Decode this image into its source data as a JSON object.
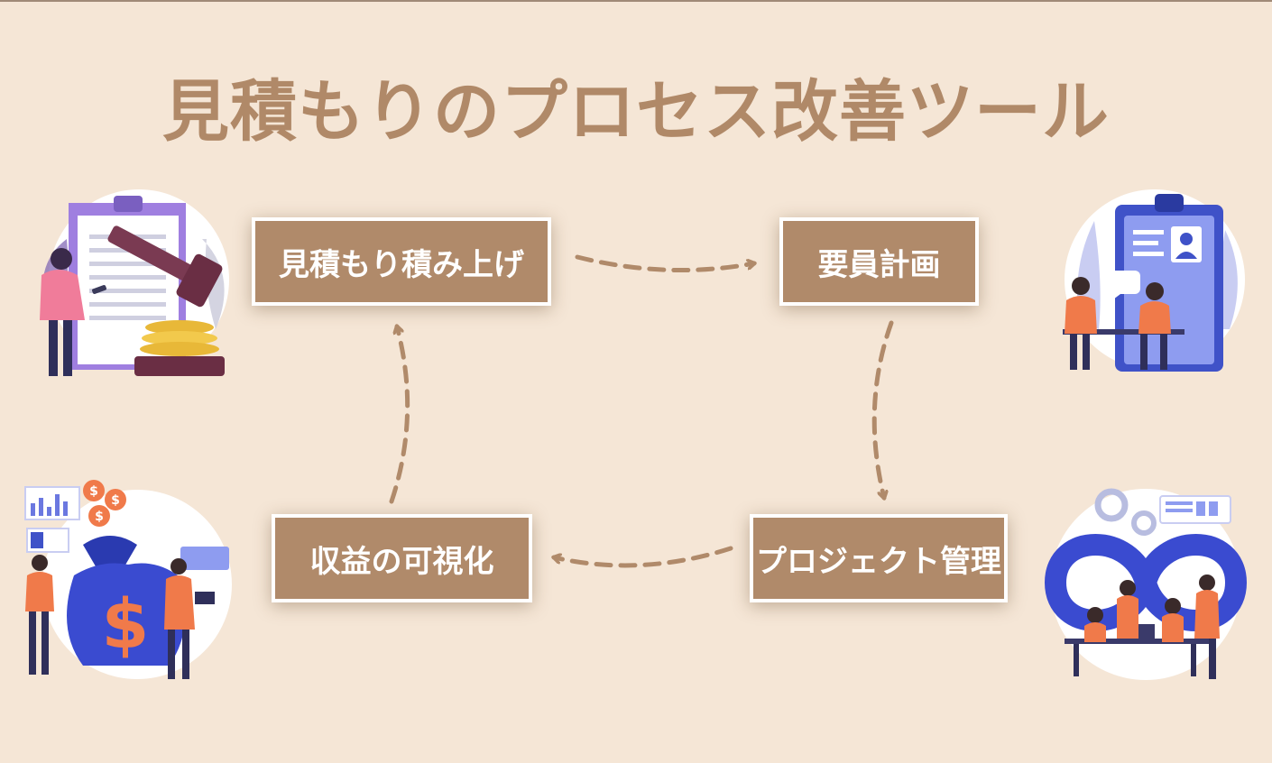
{
  "title": "見積もりのプロセス改善ツール",
  "steps": [
    {
      "label": "見積もり積み上げ"
    },
    {
      "label": "要員計画"
    },
    {
      "label": "プロジェクト管理"
    },
    {
      "label": "収益の可視化"
    }
  ],
  "colors": {
    "background": "#f5e6d6",
    "accent": "#b08a6a",
    "title": "#b08968",
    "arrow": "#b08a6a"
  },
  "illustrations": {
    "top_left": "auction-gavel-coins-illustration",
    "top_right": "recruitment-clipboard-interview-illustration",
    "bottom_left": "money-bag-revenue-illustration",
    "bottom_right": "team-infinity-collaboration-illustration"
  }
}
